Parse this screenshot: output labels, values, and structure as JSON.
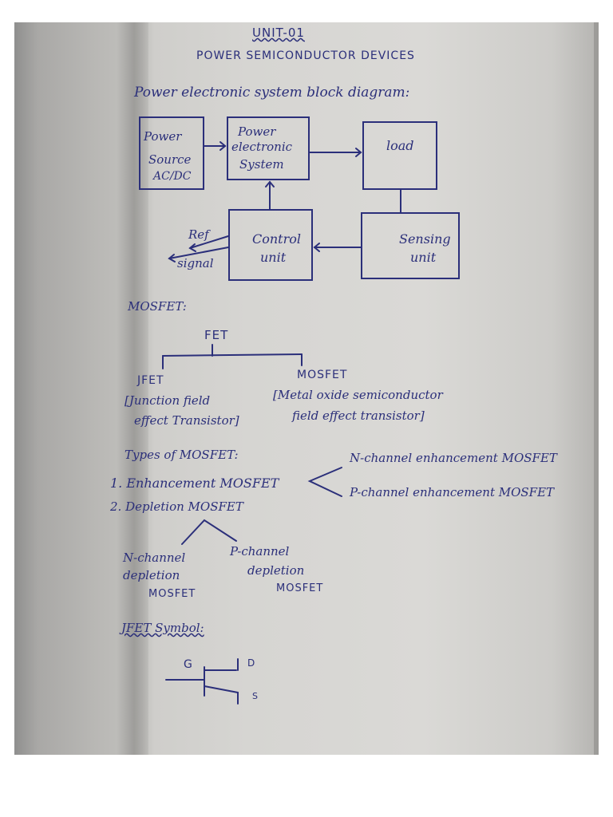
{
  "header": {
    "unit": "UNIT-01",
    "title": "POWER SEMICONDUCTOR DEVICES"
  },
  "block_diagram": {
    "heading": "Power electronic system block diagram:",
    "power_source": [
      "Power",
      "Source",
      "AC/DC"
    ],
    "pe_system": [
      "Power",
      "electronic",
      "System"
    ],
    "load": "load",
    "control_unit": [
      "Control",
      "unit"
    ],
    "sensing_unit": [
      "Sensing",
      "unit"
    ],
    "ref_signal": [
      "Ref",
      "signal"
    ]
  },
  "mosfet": {
    "heading": "MOSFET:",
    "fet": "FET",
    "jfet": "JFET",
    "jfet_full": [
      "[Junction field",
      "effect Transistor]"
    ],
    "mosfet": "MOSFET",
    "mosfet_full": [
      "[Metal oxide semiconductor",
      "field effect transistor]"
    ]
  },
  "types": {
    "heading": "Types of MOSFET:",
    "enhancement": "1. Enhancement MOSFET",
    "depletion": "2. Depletion MOSFET",
    "n_enh": "N-channel enhancement MOSFET",
    "p_enh": "P-channel enhancement MOSFET",
    "n_dep": [
      "N-channel",
      "depletion",
      "MOSFET"
    ],
    "p_dep": [
      "P-channel",
      "depletion",
      "MOSFET"
    ]
  },
  "jfet_symbol": {
    "heading": "JFET Symbol:",
    "g": "G",
    "d": "D",
    "s": "S"
  }
}
